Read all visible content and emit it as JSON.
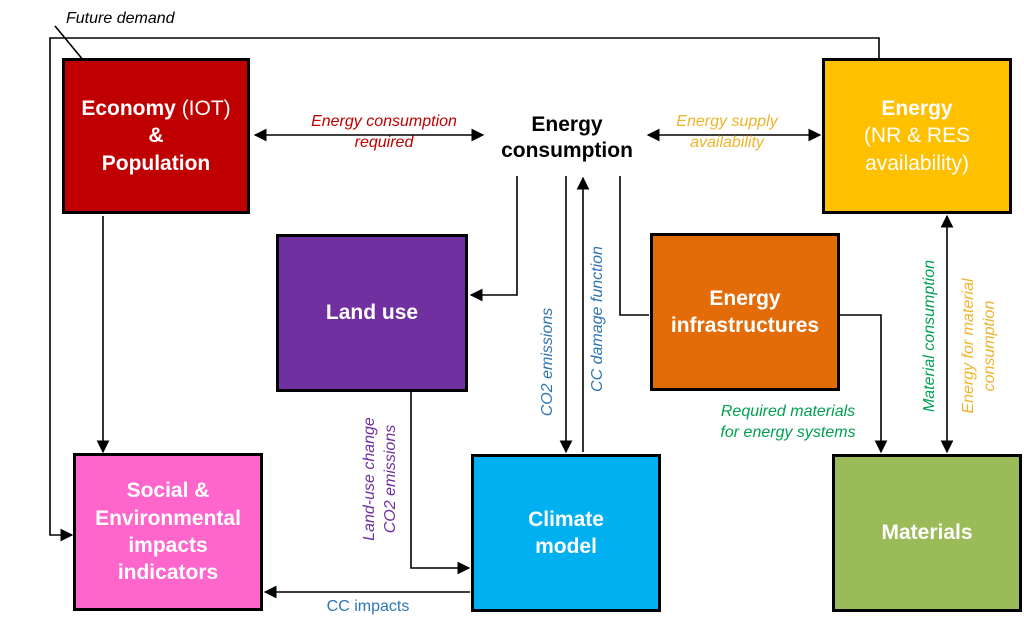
{
  "colors": {
    "economy": "#c00000",
    "energy": "#ffc000",
    "land_use": "#7030a0",
    "energy_infra": "#e36c09",
    "social": "#ff66cc",
    "climate": "#00b0f0",
    "materials": "#9bbb59",
    "label_red": "#c00000",
    "label_gold": "#f0b429",
    "label_blue": "#2e75b6",
    "label_green": "#00a050",
    "label_purple": "#7030a0"
  },
  "nodes": {
    "economy": {
      "line1_bold": "Economy",
      "line1_normal": "(IOT)",
      "line2": "&",
      "line3": "Population"
    },
    "energy": {
      "line1": "Energy",
      "line2": "(NR & RES",
      "line3": "availability)"
    },
    "energy_consumption": {
      "line1": "Energy",
      "line2": "consumption"
    },
    "land_use": {
      "line1": "Land use"
    },
    "energy_infrastructures": {
      "line1": "Energy",
      "line2": "infrastructures"
    },
    "social": {
      "line1": "Social &",
      "line2": "Environmental",
      "line3": "impacts",
      "line4": "indicators"
    },
    "climate": {
      "line1": "Climate",
      "line2": "model"
    },
    "materials": {
      "line1": "Materials"
    }
  },
  "labels": {
    "future_demand": "Future demand",
    "energy_consumption_required": {
      "line1": "Energy consumption",
      "line2": "required"
    },
    "energy_supply_availability": {
      "line1": "Energy supply",
      "line2": "availability"
    },
    "co2_emissions": "CO2 emissions",
    "cc_damage_function": "CC damage function",
    "land_use_change": {
      "line1": "Land-use change",
      "line2": "CO2 emissions"
    },
    "required_materials": {
      "line1": "Required materials",
      "line2": "for energy systems"
    },
    "material_consumption": "Material  consumption",
    "energy_for_material": {
      "line1": "Energy for material",
      "line2": "consumption"
    },
    "cc_impacts": "CC impacts"
  }
}
